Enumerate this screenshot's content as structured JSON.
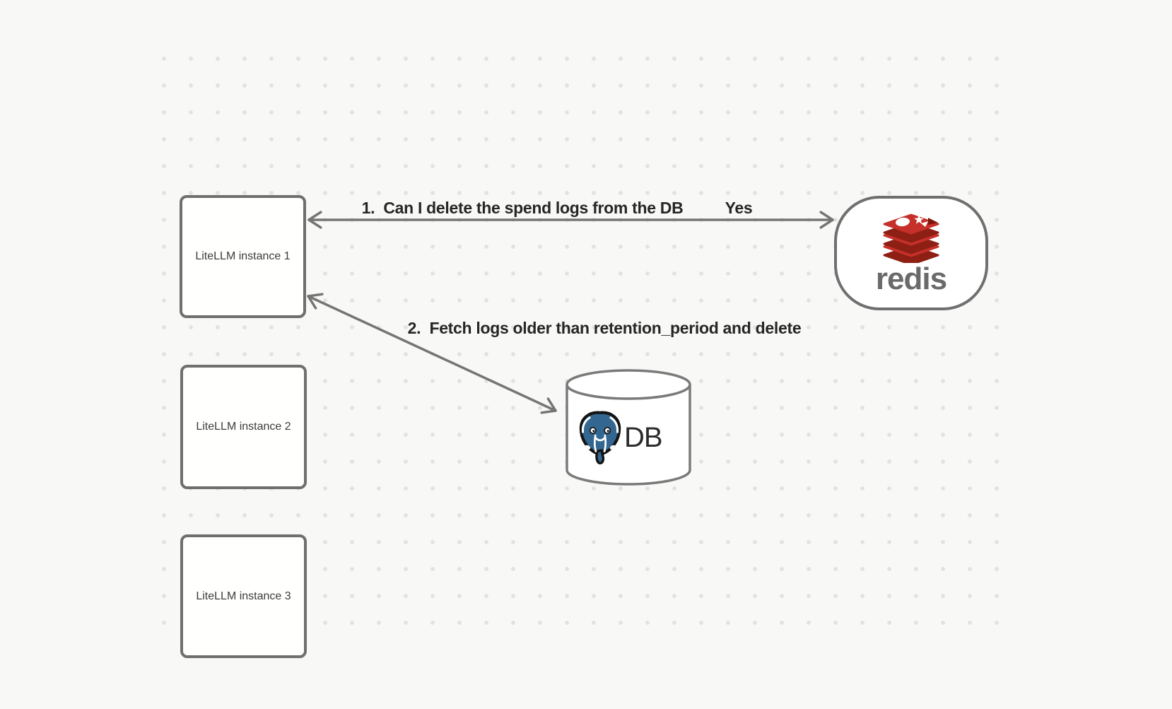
{
  "diagram": {
    "nodes": {
      "instance1": {
        "label": "LiteLLM instance 1",
        "shape": "rectangle"
      },
      "instance2": {
        "label": "LiteLLM instance 2",
        "shape": "rectangle"
      },
      "instance3": {
        "label": "LiteLLM instance 3",
        "shape": "rectangle"
      },
      "redis": {
        "label": "redis",
        "shape": "rounded-rectangle",
        "icon": "redis-logo-icon"
      },
      "db": {
        "label": "DB",
        "shape": "cylinder",
        "icon": "postgresql-elephant-icon"
      }
    },
    "edges": {
      "edge1": {
        "from": "LiteLLM instance 1",
        "to": "redis",
        "label": "1.  Can I delete the spend logs from the DB",
        "response": "Yes",
        "arrowheads": "both"
      },
      "edge2": {
        "from": "LiteLLM instance 1",
        "to": "DB",
        "label": "2.  Fetch logs older than retention_period and delete",
        "arrowheads": "both"
      }
    },
    "colors": {
      "background": "#f8f8f7",
      "dot_grid": "#e4e2e0",
      "stroke_gray": "#757575",
      "node_border": "#6f6f6f",
      "edge_label_text": "#262626",
      "node_label_text": "#3c3c3c",
      "redis_red": "#c6302b",
      "redis_dark_red": "#8d1f14",
      "redis_notch_red": "#7c150d",
      "redis_wordmark_gray": "#6a6a6a",
      "postgres_blue": "#336791",
      "db_text": "#2b2b2b"
    }
  }
}
